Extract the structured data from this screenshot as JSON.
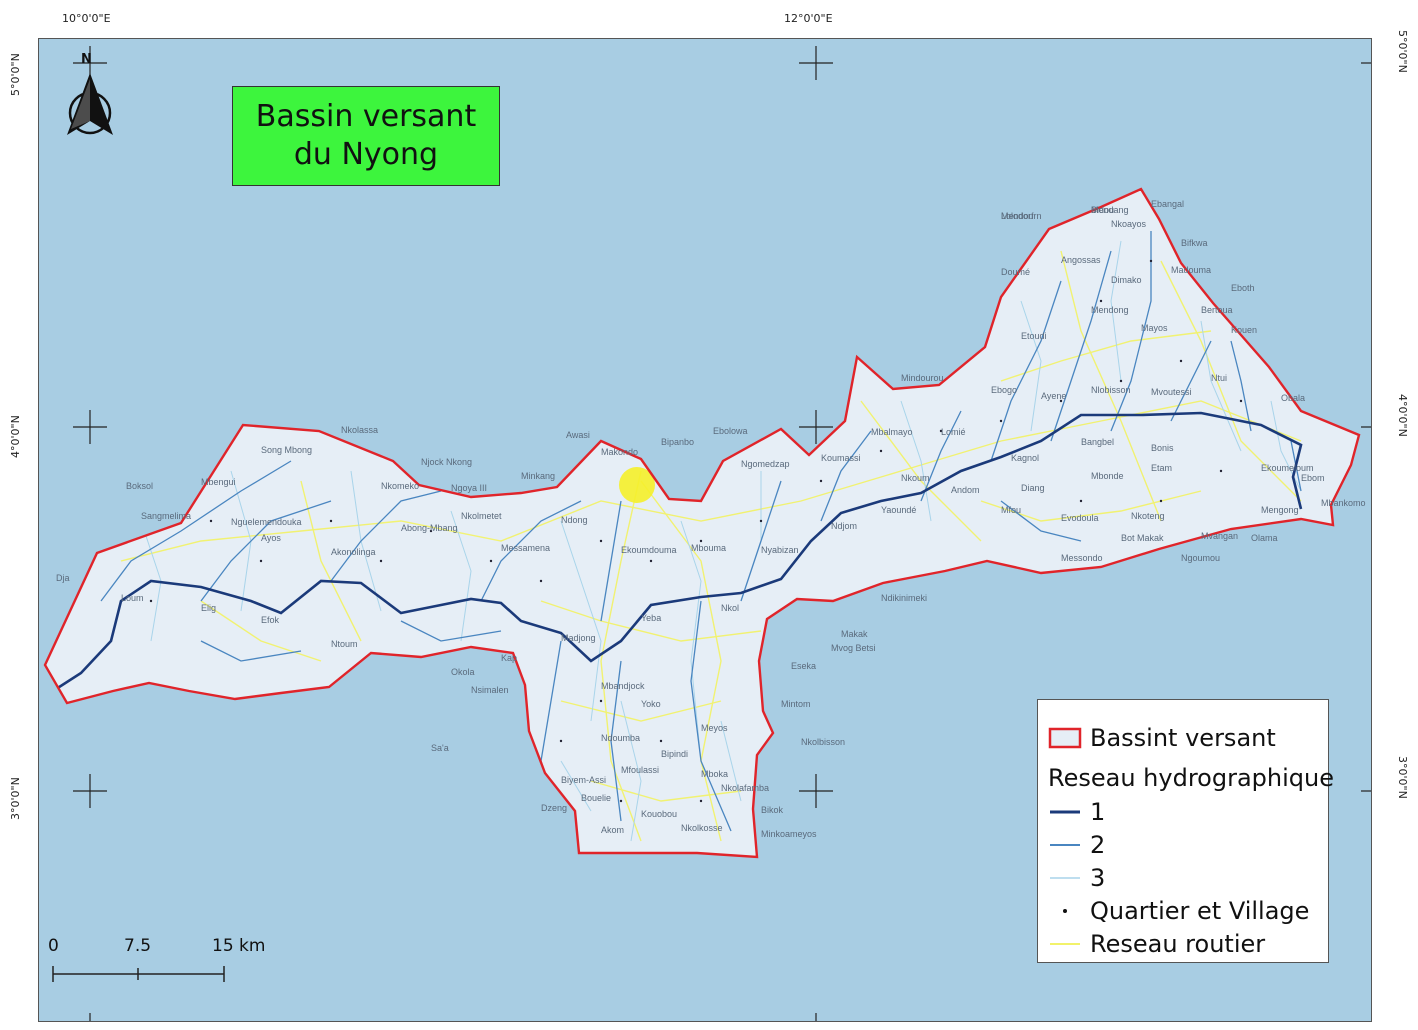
{
  "map": {
    "title_line1": "Bassin versant",
    "title_line2": "du Nyong",
    "north_label": "N",
    "coords": {
      "top_left": "10°0'0\"E",
      "top_right": "12°0'0\"E",
      "lat_5": "5°0'0\"N",
      "lat_4": "4°0'0\"N",
      "lat_3": "3°0'0\"N"
    },
    "scale": {
      "zero": "0",
      "mid": "7.5",
      "end": "15 km"
    },
    "legend": {
      "basin": "Bassint versant",
      "network_title": "Reseau hydrographique",
      "order1": "1",
      "order2": "2",
      "order3": "3",
      "villages": "Quartier et Village",
      "roads": "Reseau routier"
    },
    "colors": {
      "water": "#a8cde3",
      "basin_fill": "#e6eef6",
      "basin_border": "#e0242a",
      "river_order1": "#1b3a7a",
      "river_order2": "#4a86c0",
      "river_order3": "#a9d4ea",
      "roads": "#f2f26a",
      "title_bg": "#3df53d"
    },
    "places": [
      "Mendourn",
      "Mendang",
      "Ebangal",
      "Nkoayos",
      "Bifkwa",
      "Song Mbong",
      "Nkolassa",
      "Njock Nkong",
      "Boksol",
      "Mbengui",
      "Nkomeko",
      "Ngoya III",
      "Minkang",
      "Makondo",
      "Awasi",
      "Bipanbo",
      "Ebolowa",
      "Ngomedzap",
      "Koumassi",
      "Mbalmayo",
      "Sangmelima",
      "Nguelemendouka",
      "Ayos",
      "Akonolinga",
      "Abong-Mbang",
      "Nkolmetet",
      "Messamena",
      "Ndong",
      "Ekoumdouma",
      "Mbouma",
      "Nyabizan",
      "Ndjom",
      "Yaoundé",
      "Mfou",
      "Evodoula",
      "Nkoteng",
      "Mvangan",
      "Mengong",
      "Ebom",
      "Mbankomo",
      "Dja",
      "Loum",
      "Elig",
      "Efok",
      "Ntoum",
      "Okola",
      "Nsimalen",
      "Sa'a",
      "Mbandjock",
      "Yoko",
      "Meyos",
      "Mintom",
      "Nkolbisson",
      "Biyem-Assi",
      "Mfoulassi",
      "Nkolafamba",
      "Bikok",
      "Dzeng",
      "Akom",
      "Nkolkosse",
      "Minkoameyos",
      "Ndikinimeki",
      "Makak",
      "Mvog Betsi",
      "Eseka",
      "Messondo",
      "Bot Makak",
      "Ngoumou",
      "Olama",
      "Ebogo",
      "Ayene",
      "Nlobisson",
      "Mvoutessi",
      "Ntui",
      "Obala",
      "Etoudi",
      "Mendong",
      "Mayos",
      "Bertoua",
      "Doumé",
      "Angossas",
      "Dimako",
      "Madouma",
      "Eboth",
      "Kouen",
      "Mindourou",
      "Lomié",
      "Kagnol",
      "Bangbel",
      "Etam",
      "Nkoum",
      "Andom",
      "Diang",
      "Mbonde",
      "Bonis",
      "Ekoumeloum",
      "Nkol",
      "Yeba",
      "Madjong",
      "Kap",
      "Ndoumba",
      "Bipindi",
      "Mboka",
      "Bouelie",
      "Kouobou",
      "Lolodorf",
      "Bidou"
    ]
  }
}
